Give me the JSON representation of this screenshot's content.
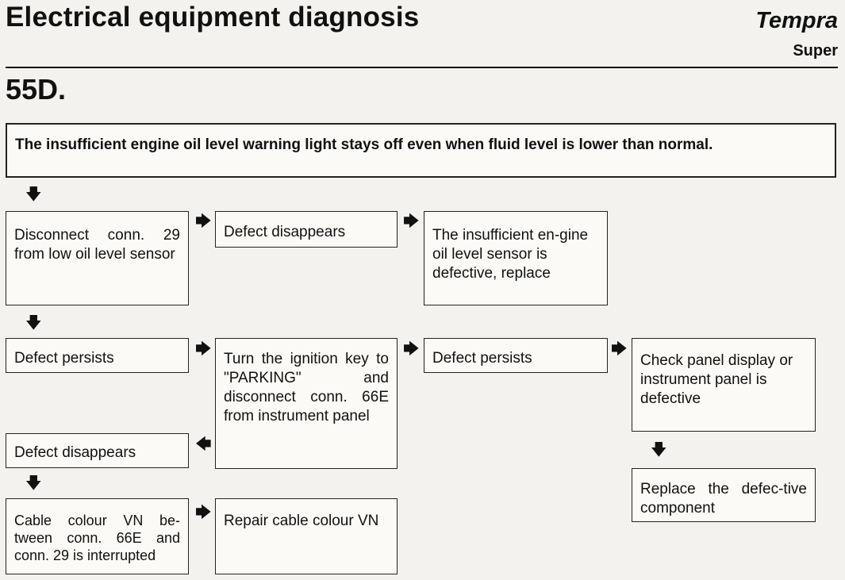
{
  "header": {
    "title": "Electrical equipment diagnosis",
    "brand": "Tempra",
    "subtitle": "Super",
    "code": "55D."
  },
  "title_box": "The insufficient engine oil level warning light stays off even when fluid level is lower than normal.",
  "boxes": {
    "disconnect_29": "Disconnect conn. 29 from low oil level sensor",
    "defect_disappears_1": "Defect disappears",
    "sensor_defective": "The insufficient en-gine oil level sensor is defective, replace",
    "defect_persists_1": "Defect persists",
    "turn_ignition": "Turn the ignition key to \"PARKING\" and disconnect conn. 66E from instrument panel",
    "defect_persists_2": "Defect persists",
    "check_panel": "Check panel display or instrument panel is defective",
    "defect_disappears_2": "Defect disappears",
    "replace_component": "Replace the defec-tive component",
    "cable_interrupted": "Cable colour VN be-tween conn. 66E and conn. 29 is interrupted",
    "repair_cable": "Repair cable colour VN"
  },
  "icons": {
    "arrow_down": "arrow-down-icon",
    "arrow_right": "arrow-right-icon",
    "arrow_left": "arrow-left-icon"
  }
}
